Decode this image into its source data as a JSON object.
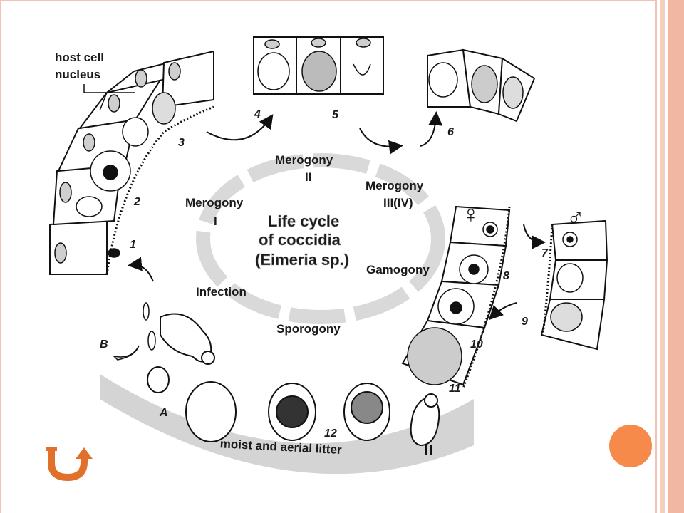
{
  "diagram": {
    "host_cell_label": [
      "host cell",
      "nucleus"
    ],
    "center_title": [
      "Life cycle",
      "of coccidia",
      "(Eimeria sp.)"
    ],
    "phases": {
      "merogony1": [
        "Merogony",
        "I"
      ],
      "merogony2": [
        "Merogony",
        "II"
      ],
      "merogony3": [
        "Merogony",
        "III(IV)"
      ],
      "gamogony": "Gamogony",
      "infection": "Infection",
      "sporogony": "Sporogony"
    },
    "stage_numbers": [
      "1",
      "2",
      "3",
      "4",
      "5",
      "6",
      "7",
      "8",
      "9",
      "10",
      "11",
      "12"
    ],
    "letters": {
      "a": "A",
      "b": "B"
    },
    "litter_label": "moist and aerial litter",
    "female_symbol": "♀",
    "male_symbol": "♂"
  },
  "colors": {
    "ring_gray": "#d9d9d9",
    "litter_band": "#d4d4d4",
    "accent_dot": "#f58a4b",
    "frame": "#f4c2b2",
    "back_arrow": "#e0702a"
  },
  "icons": {
    "back_arrow": "u-turn-arrow-icon",
    "accent": "orange-circle-icon"
  }
}
